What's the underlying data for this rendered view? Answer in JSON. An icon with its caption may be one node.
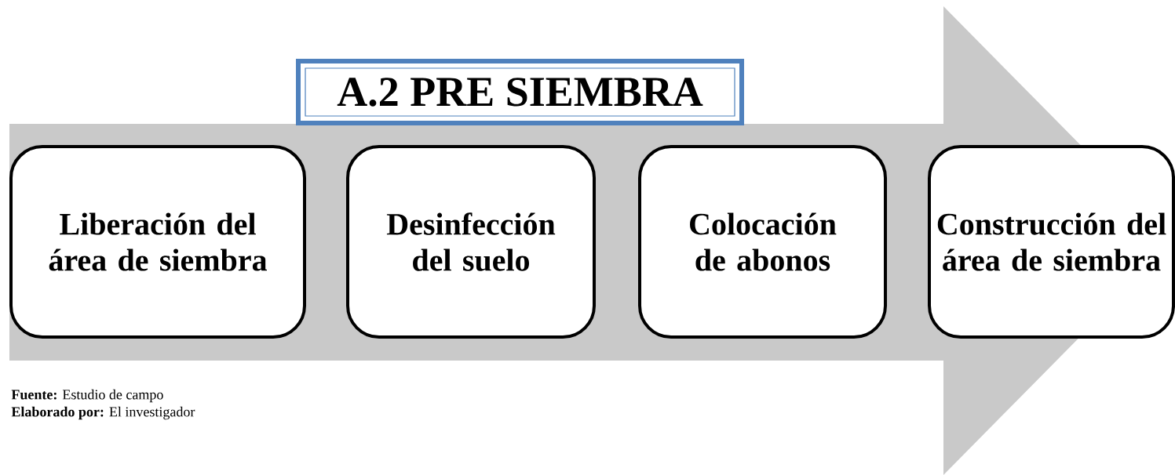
{
  "diagram": {
    "nodes": [
      {
        "text": [
          "A.2 PRE SIEMBRA"
        ]
      },
      {
        "text": [
          "Liberación del área de siembra"
        ]
      },
      {
        "text": [
          "Desinfección del suelo"
        ]
      },
      {
        "text": [
          "Colocación de abonos"
        ]
      },
      {
        "text": [
          "Construcción del área de siembra"
        ]
      }
    ],
    "edges": [
      {
        "from": 1,
        "to": 4,
        "arrow": "to"
      }
    ],
    "labels": [
      "**Fuente:** Estudio de campo",
      "**Elaborado por:** El investigador"
    ]
  }
}
